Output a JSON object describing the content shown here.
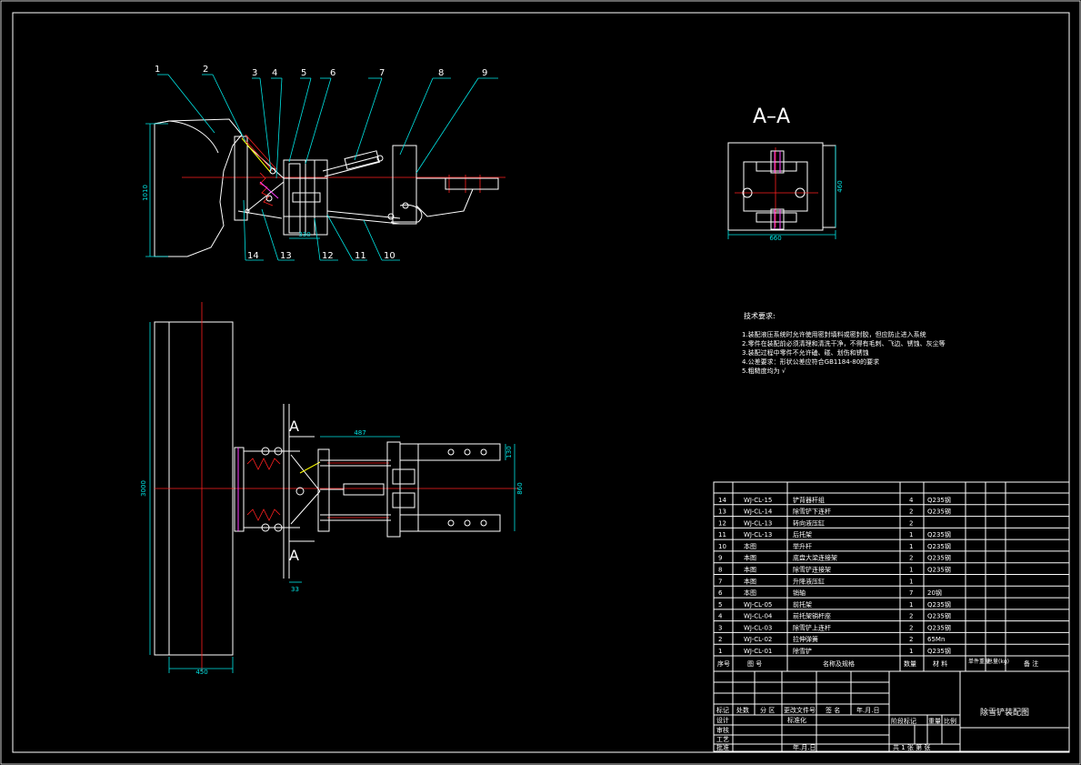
{
  "drawing": {
    "section_title": "A–A",
    "section_marker": "A",
    "leader_numbers": [
      "1",
      "2",
      "3",
      "4",
      "5",
      "6",
      "7",
      "8",
      "9",
      "14",
      "13",
      "12",
      "11",
      "10"
    ],
    "dims": {
      "side_height": "1010",
      "side_small": "330",
      "plan_height": "3000",
      "plan_width": "450",
      "plan_offset": "33",
      "plan_length": "487",
      "plan_right_height": "860",
      "plan_right_small": "130",
      "section_width": "660",
      "section_height": "460"
    }
  },
  "tech": {
    "title": "技术要求:",
    "lines": [
      "1.装配液压系统时允许使用密封填料或密封胶，但应防止进入系统",
      "2.零件在装配前必须清理和清洗干净，不得有毛刺、飞边、锈蚀、灰尘等",
      "3.装配过程中零件不允许磕、碰、划伤和锈蚀",
      "4.公差要求：形状公差应符合GB1184-80的要求",
      "5.粗糙度均为 √"
    ]
  },
  "bom": {
    "header": {
      "seq": "序号",
      "code": "图 号",
      "name": "名称及规格",
      "qty": "数量",
      "material": "材 料",
      "unit_weight": "单件重量",
      "total_weight": "总量(kg)",
      "remark": "备 注"
    },
    "rows": [
      {
        "seq": "14",
        "code": "WJ-CL-15",
        "name": "铲背器杆组",
        "qty": "4",
        "material": "Q235钢"
      },
      {
        "seq": "13",
        "code": "WJ-CL-14",
        "name": "除雪铲下连杆",
        "qty": "2",
        "material": "Q235钢"
      },
      {
        "seq": "12",
        "code": "WJ-CL-13",
        "name": "转向液压缸",
        "qty": "2",
        "material": ""
      },
      {
        "seq": "11",
        "code": "WJ-CL-13",
        "name": "后托架",
        "qty": "1",
        "material": "Q235钢"
      },
      {
        "seq": "10",
        "code": "本图",
        "name": "举升杆",
        "qty": "1",
        "material": "Q235钢"
      },
      {
        "seq": "9",
        "code": "本图",
        "name": "底盘大梁连接架",
        "qty": "2",
        "material": "Q235钢"
      },
      {
        "seq": "8",
        "code": "本图",
        "name": "除雪铲连接架",
        "qty": "1",
        "material": "Q235钢"
      },
      {
        "seq": "7",
        "code": "本图",
        "name": "升降液压缸",
        "qty": "1",
        "material": ""
      },
      {
        "seq": "6",
        "code": "本图",
        "name": "销轴",
        "qty": "7",
        "material": "20钢"
      },
      {
        "seq": "5",
        "code": "WJ-CL-05",
        "name": "前托架",
        "qty": "1",
        "material": "Q235钢"
      },
      {
        "seq": "4",
        "code": "WJ-CL-04",
        "name": "前托架销杆座",
        "qty": "2",
        "material": "Q235钢"
      },
      {
        "seq": "3",
        "code": "WJ-CL-03",
        "name": "除雪铲上连杆",
        "qty": "2",
        "material": "Q235钢"
      },
      {
        "seq": "2",
        "code": "WJ-CL-02",
        "name": "拉伸弹簧",
        "qty": "2",
        "material": "65Mn"
      },
      {
        "seq": "1",
        "code": "WJ-CL-01",
        "name": "除雪铲",
        "qty": "1",
        "material": "Q235钢"
      }
    ]
  },
  "title_block": {
    "drawing_name": "除雪铲装配图",
    "rev_headers": [
      "标记",
      "处数",
      "分 区",
      "更改文件号",
      "签 名",
      "年.月.日"
    ],
    "left_labels": [
      "设计",
      "审核",
      "工艺",
      "批准"
    ],
    "std_label": "标准化",
    "stage_labels": [
      "阶段标记",
      "重量",
      "比例"
    ],
    "sheet_text": "共 1 张 第 张"
  }
}
